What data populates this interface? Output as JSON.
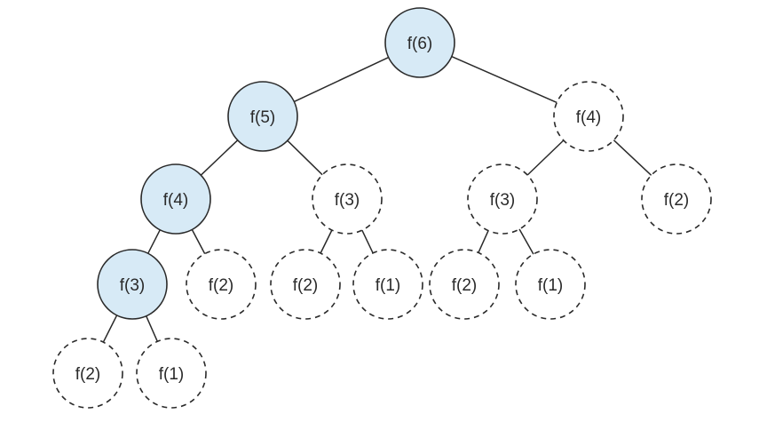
{
  "diagram": {
    "colors": {
      "computed_fill": "#d7eaf6",
      "skipped_fill": "#ffffff",
      "stroke": "#2a2a2a",
      "text": "#2a2a2a"
    },
    "nodes": [
      {
        "id": "n6",
        "label": "f(6)",
        "style": "computed"
      },
      {
        "id": "n5",
        "label": "f(5)",
        "style": "computed"
      },
      {
        "id": "n4b",
        "label": "f(4)",
        "style": "skipped"
      },
      {
        "id": "n4a",
        "label": "f(4)",
        "style": "computed"
      },
      {
        "id": "n3b",
        "label": "f(3)",
        "style": "skipped"
      },
      {
        "id": "n3c",
        "label": "f(3)",
        "style": "skipped"
      },
      {
        "id": "n2d",
        "label": "f(2)",
        "style": "skipped"
      },
      {
        "id": "n3a",
        "label": "f(3)",
        "style": "computed"
      },
      {
        "id": "n2b",
        "label": "f(2)",
        "style": "skipped"
      },
      {
        "id": "n2c",
        "label": "f(2)",
        "style": "skipped"
      },
      {
        "id": "n1b",
        "label": "f(1)",
        "style": "skipped"
      },
      {
        "id": "n2e",
        "label": "f(2)",
        "style": "skipped"
      },
      {
        "id": "n1c",
        "label": "f(1)",
        "style": "skipped"
      },
      {
        "id": "n2a",
        "label": "f(2)",
        "style": "skipped"
      },
      {
        "id": "n1a",
        "label": "f(1)",
        "style": "skipped"
      }
    ],
    "edges": [
      [
        "n6",
        "n5"
      ],
      [
        "n6",
        "n4b"
      ],
      [
        "n5",
        "n4a"
      ],
      [
        "n5",
        "n3b"
      ],
      [
        "n4b",
        "n3c"
      ],
      [
        "n4b",
        "n2d"
      ],
      [
        "n4a",
        "n3a"
      ],
      [
        "n4a",
        "n2b"
      ],
      [
        "n3b",
        "n2c"
      ],
      [
        "n3b",
        "n1b"
      ],
      [
        "n3c",
        "n2e"
      ],
      [
        "n3c",
        "n1c"
      ],
      [
        "n3a",
        "n2a"
      ],
      [
        "n3a",
        "n1a"
      ]
    ]
  }
}
